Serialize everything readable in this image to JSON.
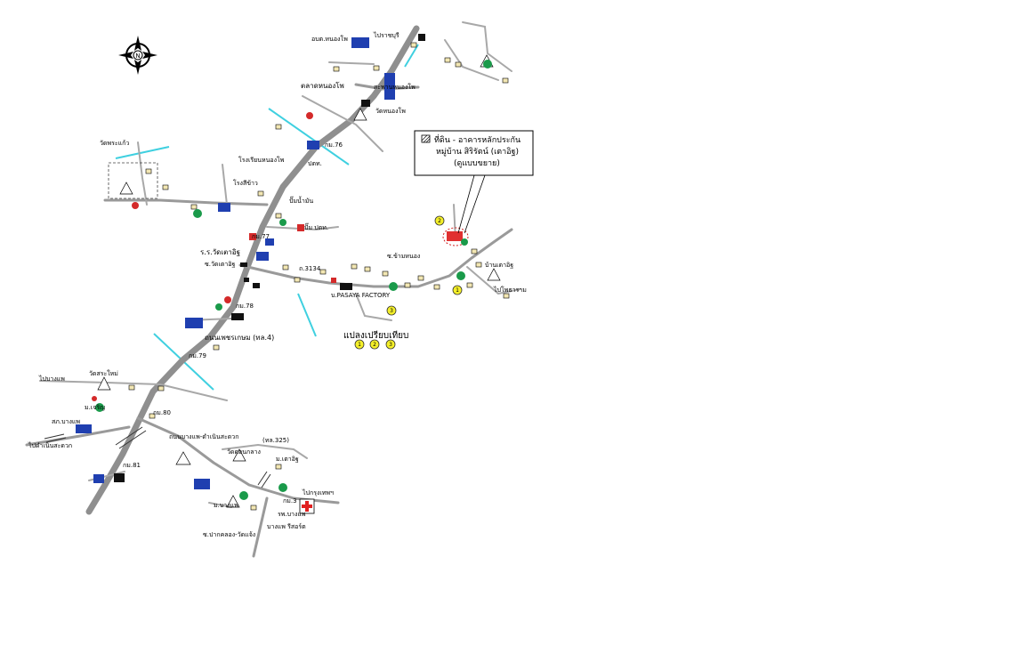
{
  "compass": {
    "letter": "N"
  },
  "callout": {
    "lines": [
      "ที่ดิน - อาคารหลักประกัน",
      "หมู่บ้าน สิริรัตน์ (เตาอิฐ)",
      "(ดูแบบขยาย)"
    ]
  },
  "legend": {
    "title": "แปลงเปรียบเทียบ",
    "markers": [
      "1",
      "2",
      "3"
    ]
  },
  "labels": {
    "petchkasem_road": "ถนนเพชรเกษม (ทล.4)",
    "bangphae_damnoen_road": "ถนนบางแพ-ดำเนินสะดวก",
    "hwy325": "(ทล.325)",
    "nong_pho_market": "ตลาดหนองโพ",
    "wat_nong_pho": "วัดหนองโพ",
    "wat_tao_it": "ร.ร.วัดเตาอิฐ",
    "tao_it_area": "บ้านเตาอิฐ",
    "bangphae_hospital": "รพ.บางแพ",
    "bangphae_market": "บางแพ รีสอร์ต",
    "factory": "บ.PASAYA FACTORY",
    "km77": "กม.77",
    "km78": "กม.78",
    "km79": "กม.79",
    "km80": "กม.80",
    "km81": "กม.81",
    "km76": "กม.76",
    "km3": "กม.3",
    "soi_pakklong": "ซ.ปากคลอง-วัดแจ้ง",
    "soi_wat_tao_it": "ซ.วัดเตาอิฐ",
    "school_nongpho": "โรงเรียนหนองโพ",
    "ptt": "ปตท.",
    "to_bangkok": "ไปกรุงเทพฯ",
    "to_bangphae": "ไปบางแพ",
    "to_ratchaburi": "ไปราชบุรี",
    "to_photharam": "ไปโพธาราม",
    "to_damnoen": "ไปดำเนินสะดวก",
    "mu_bangphae": "ม.บางแพ",
    "mu_charoen": "ม.เจริญ",
    "wat_sa_mai": "วัดสระใหม่",
    "wat_don_klang": "วัดดอนกลาง",
    "nong_pho_bridge": "สะพานหนองโพ",
    "mu_tao_it": "ม.เตาอิฐ",
    "tambon_office": "อบต.หนองโพ",
    "rice_mill": "โรงสีข้าว",
    "gas_station": "ปั๊มน้ำมัน",
    "pttgas": "ปั๊ม ปตท.",
    "hwy_3134": "ถ.3134",
    "soi_kharm_nong": "ซ.ข้ามหนอง",
    "bangphae_police": "สภ.บางแพ",
    "wat_phra_kaew": "วัดพระแก้ว"
  },
  "plot_markers": [
    "1",
    "2",
    "3"
  ]
}
